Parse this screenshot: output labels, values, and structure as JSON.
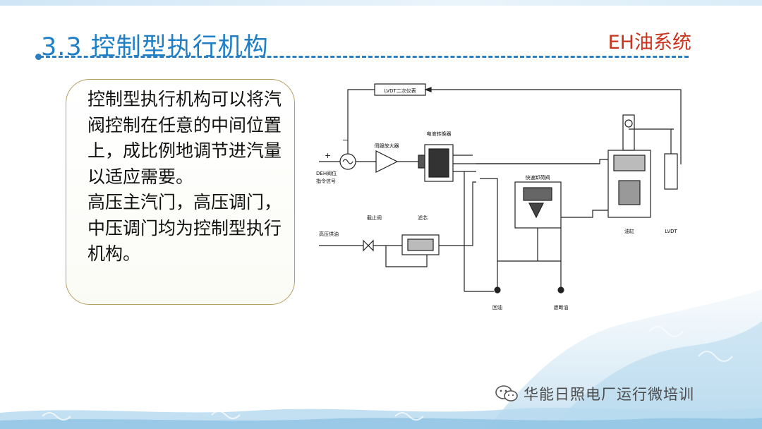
{
  "slide": {
    "title": "3.3 控制型执行机构",
    "brand": "EH油系统",
    "paragraph_1": "控制型执行机构可以将汽阀控制在任意的中间位置上，成比例地调节进汽量以适应需要。",
    "paragraph_2": "高压主汽门，高压调门，中压调门均为控制型执行机构。"
  },
  "diagram": {
    "lvdt_meter": "LVDT二次仪表",
    "servo_amp": "伺服放大器",
    "converter": "电液转换器",
    "dump_valve": "快速卸荷阀",
    "deh_line1": "DEH阀位",
    "deh_line2": "指令信号",
    "hp_supply": "高压供油",
    "shutoff_valve": "截止阀",
    "filter": "滤芯",
    "cylinder": "油缸",
    "lvdt": "LVDT",
    "return_oil": "回油",
    "trip_oil": "遮断油",
    "plus": "+",
    "minus": "−"
  },
  "watermark": {
    "text": "华能日照电厂运行微培训",
    "icon": "wechat-icon"
  },
  "colors": {
    "title": "#1e7fc7",
    "brand": "#c8341e",
    "rule": "#2b7fc0",
    "box_border": "#b59f63",
    "wave": "#8fc3e3"
  }
}
